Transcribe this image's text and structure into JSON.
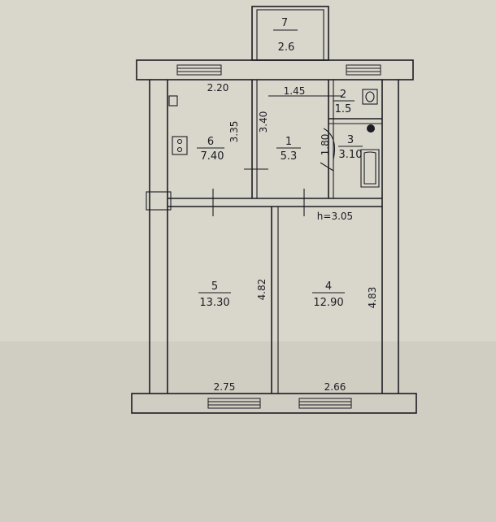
{
  "paper_color": "#d9d6cc",
  "ink_color": "#1c1c22",
  "rooms": [
    {
      "number": "7",
      "area": "2.6"
    },
    {
      "number": "6",
      "area": "7.40"
    },
    {
      "number": "1",
      "area": "5.3"
    },
    {
      "number": "2",
      "area": "1.5"
    },
    {
      "number": "3",
      "area": "3.10"
    },
    {
      "number": "5",
      "area": "13.30"
    },
    {
      "number": "4",
      "area": "12.90"
    }
  ],
  "dimensions": {
    "top_left_width": "2.20",
    "corridor_width": "1.45",
    "room6_depth": "3.35",
    "room1_depth": "3.40",
    "room3_width": "1.80",
    "room5_depth": "4.82",
    "room4_depth": "4.83",
    "room5_width": "2.75",
    "room4_width": "2.66",
    "ceiling_height": "h=3.05"
  }
}
